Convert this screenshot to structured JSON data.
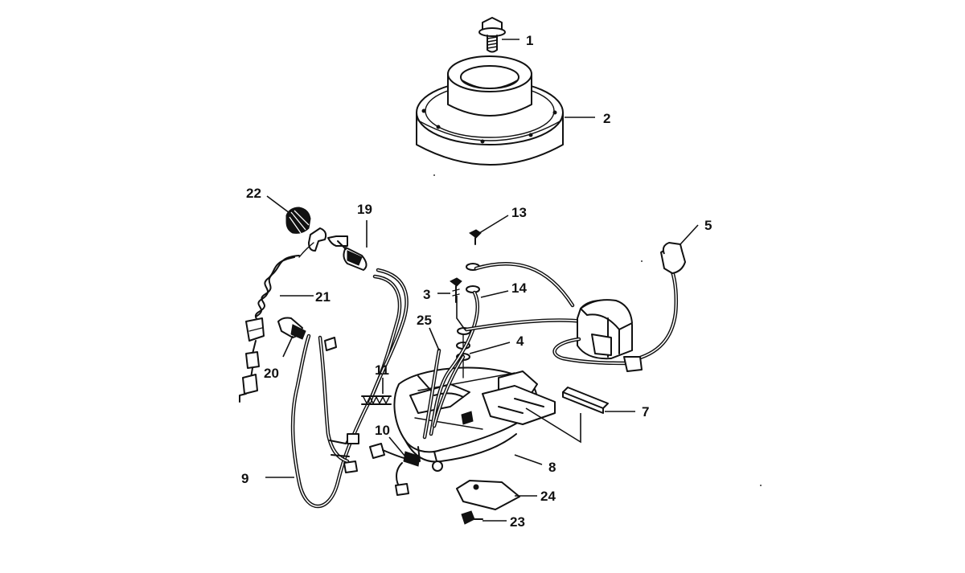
{
  "diagram": {
    "callouts": [
      {
        "id": "1",
        "text": "1"
      },
      {
        "id": "2",
        "text": "2"
      },
      {
        "id": "3",
        "text": "3"
      },
      {
        "id": "4",
        "text": "4"
      },
      {
        "id": "5",
        "text": "5"
      },
      {
        "id": "7",
        "text": "7"
      },
      {
        "id": "8",
        "text": "8"
      },
      {
        "id": "9",
        "text": "9"
      },
      {
        "id": "10",
        "text": "10"
      },
      {
        "id": "11",
        "text": "11"
      },
      {
        "id": "13",
        "text": "13"
      },
      {
        "id": "14",
        "text": "14"
      },
      {
        "id": "19",
        "text": "19"
      },
      {
        "id": "20",
        "text": "20"
      },
      {
        "id": "21",
        "text": "21"
      },
      {
        "id": "22",
        "text": "22"
      },
      {
        "id": "23",
        "text": "23"
      },
      {
        "id": "24",
        "text": "24"
      },
      {
        "id": "25",
        "text": "25"
      }
    ]
  }
}
